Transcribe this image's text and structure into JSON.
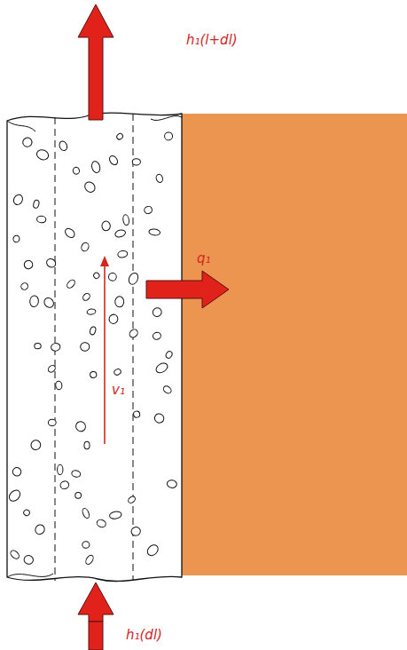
{
  "diagram": {
    "labels": [
      "h₁(l+dl)",
      "q₁",
      "v₁",
      "h₁(dl)"
    ]
  }
}
